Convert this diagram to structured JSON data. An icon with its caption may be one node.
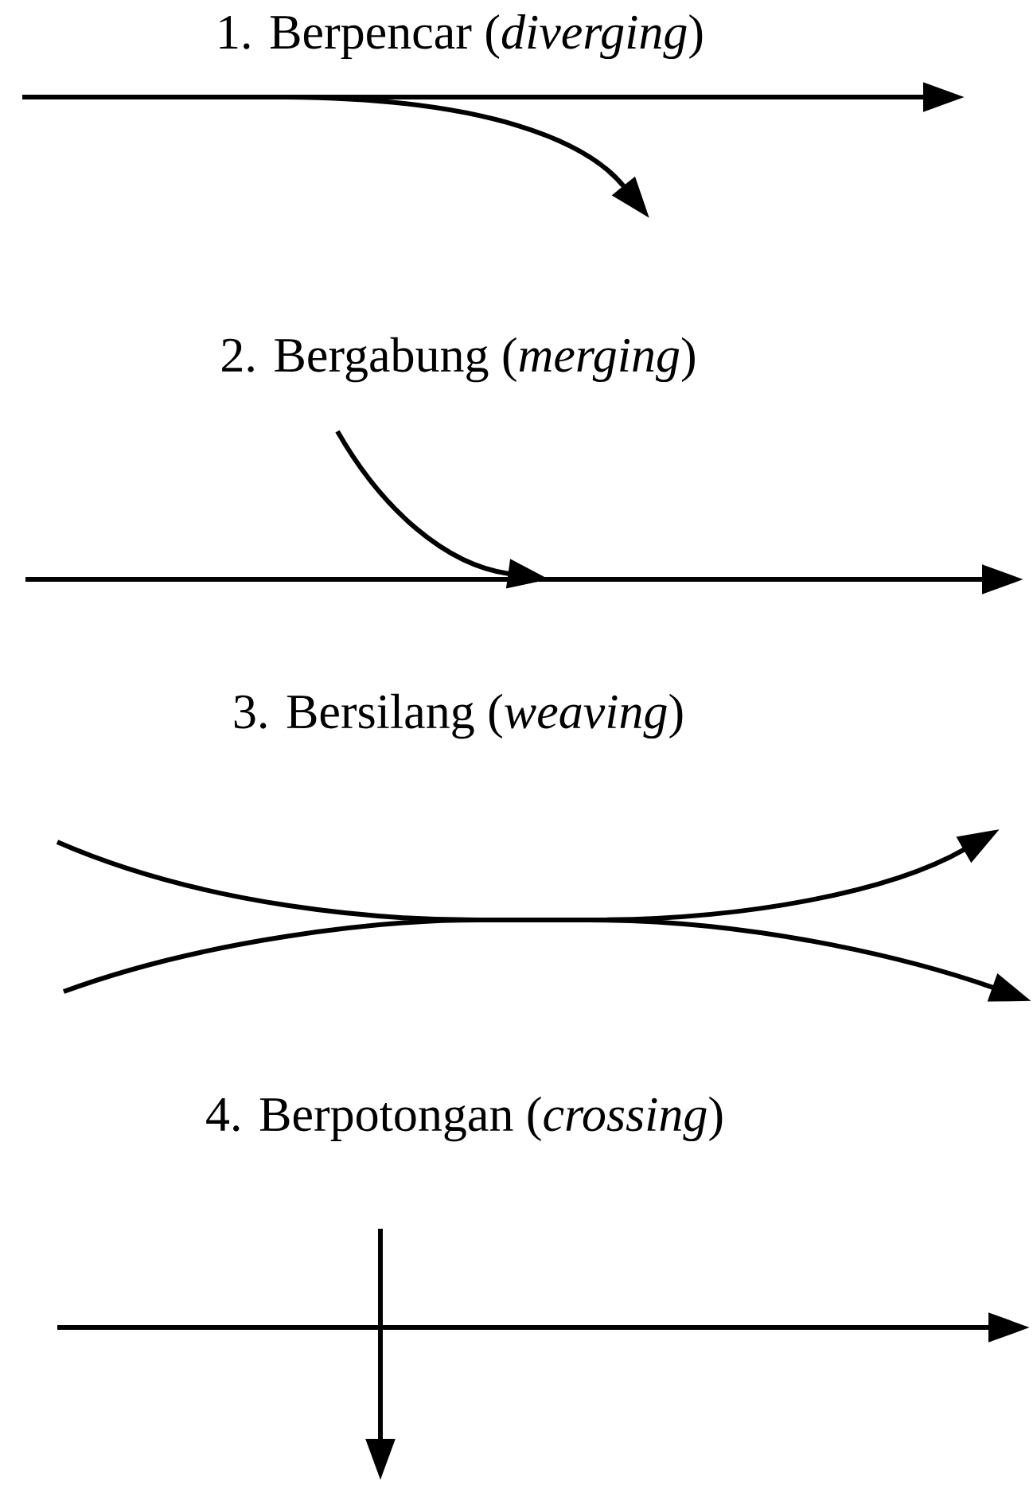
{
  "diagram": {
    "labels": [
      "1. Berpencar (*diverging*)",
      "2. Bergabung (*merging*)",
      "3. Bersilang (*weaving*)",
      "4. Berpotongan (*crossing*)"
    ]
  }
}
